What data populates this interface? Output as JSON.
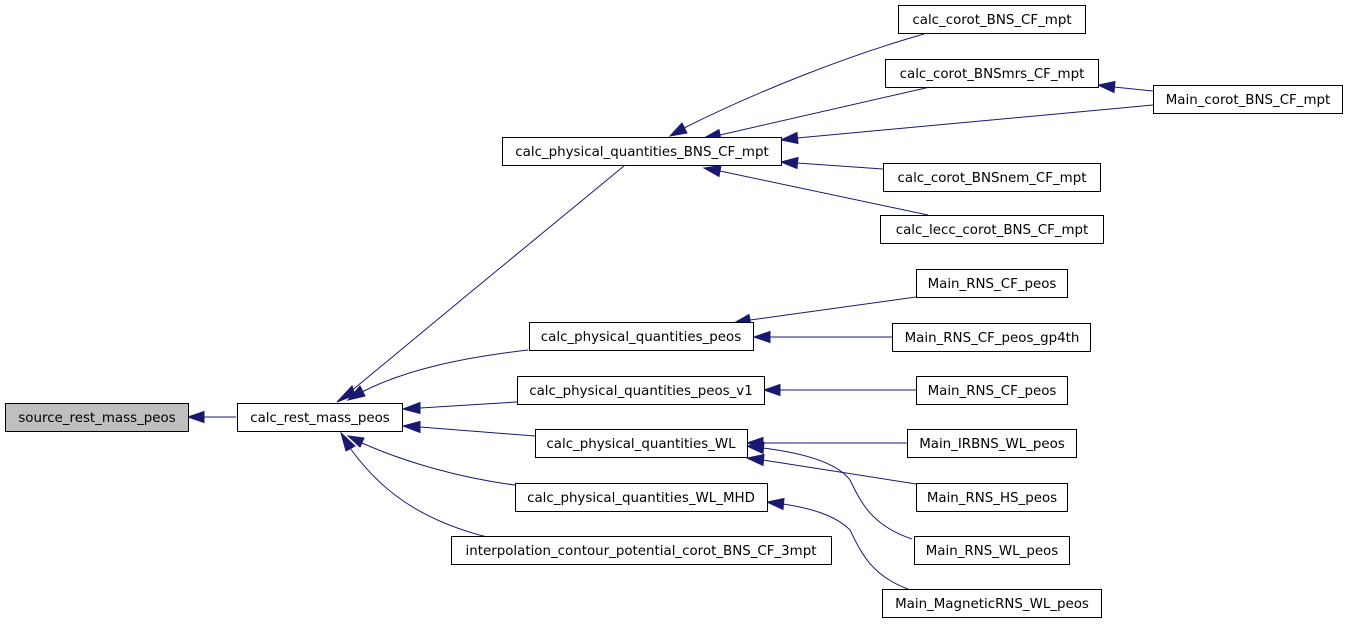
{
  "graph": {
    "type": "caller-graph",
    "nodes": {
      "source_rest_mass_peos": "source_rest_mass_peos",
      "calc_rest_mass_peos": "calc_rest_mass_peos",
      "calc_physical_quantities_BNS_CF_mpt": "calc_physical_quantities_BNS_CF_mpt",
      "calc_physical_quantities_peos": "calc_physical_quantities_peos",
      "calc_physical_quantities_peos_v1": "calc_physical_quantities_peos_v1",
      "calc_physical_quantities_WL": "calc_physical_quantities_WL",
      "calc_physical_quantities_WL_MHD": "calc_physical_quantities_WL_MHD",
      "interpolation_contour_potential_corot_BNS_CF_3mpt": "interpolation_contour_potential_corot_BNS_CF_3mpt",
      "calc_corot_BNS_CF_mpt": "calc_corot_BNS_CF_mpt",
      "calc_corot_BNSmrs_CF_mpt": "calc_corot_BNSmrs_CF_mpt",
      "Main_corot_BNS_CF_mpt": "Main_corot_BNS_CF_mpt",
      "calc_corot_BNSnem_CF_mpt": "calc_corot_BNSnem_CF_mpt",
      "calc_lecc_corot_BNS_CF_mpt": "calc_lecc_corot_BNS_CF_mpt",
      "Main_RNS_CF_peos_a": "Main_RNS_CF_peos",
      "Main_RNS_CF_peos_gp4th": "Main_RNS_CF_peos_gp4th",
      "Main_RNS_CF_peos_b": "Main_RNS_CF_peos",
      "Main_IRBNS_WL_peos": "Main_IRBNS_WL_peos",
      "Main_RNS_HS_peos": "Main_RNS_HS_peos",
      "Main_RNS_WL_peos": "Main_RNS_WL_peos",
      "Main_MagneticRNS_WL_peos": "Main_MagneticRNS_WL_peos"
    },
    "edges": [
      [
        "calc_rest_mass_peos",
        "source_rest_mass_peos"
      ],
      [
        "calc_physical_quantities_BNS_CF_mpt",
        "calc_rest_mass_peos"
      ],
      [
        "calc_physical_quantities_peos",
        "calc_rest_mass_peos"
      ],
      [
        "calc_physical_quantities_peos_v1",
        "calc_rest_mass_peos"
      ],
      [
        "calc_physical_quantities_WL",
        "calc_rest_mass_peos"
      ],
      [
        "calc_physical_quantities_WL_MHD",
        "calc_rest_mass_peos"
      ],
      [
        "interpolation_contour_potential_corot_BNS_CF_3mpt",
        "calc_rest_mass_peos"
      ],
      [
        "calc_corot_BNS_CF_mpt",
        "calc_physical_quantities_BNS_CF_mpt"
      ],
      [
        "calc_corot_BNSmrs_CF_mpt",
        "calc_physical_quantities_BNS_CF_mpt"
      ],
      [
        "Main_corot_BNS_CF_mpt",
        "calc_physical_quantities_BNS_CF_mpt"
      ],
      [
        "calc_corot_BNSnem_CF_mpt",
        "calc_physical_quantities_BNS_CF_mpt"
      ],
      [
        "calc_lecc_corot_BNS_CF_mpt",
        "calc_physical_quantities_BNS_CF_mpt"
      ],
      [
        "Main_corot_BNS_CF_mpt",
        "calc_corot_BNSmrs_CF_mpt"
      ],
      [
        "Main_RNS_CF_peos_a",
        "calc_physical_quantities_peos"
      ],
      [
        "Main_RNS_CF_peos_gp4th",
        "calc_physical_quantities_peos"
      ],
      [
        "Main_RNS_CF_peos_b",
        "calc_physical_quantities_peos_v1"
      ],
      [
        "Main_IRBNS_WL_peos",
        "calc_physical_quantities_WL"
      ],
      [
        "Main_RNS_HS_peos",
        "calc_physical_quantities_WL"
      ],
      [
        "Main_RNS_WL_peos",
        "calc_physical_quantities_WL"
      ],
      [
        "Main_MagneticRNS_WL_peos",
        "calc_physical_quantities_WL_MHD"
      ]
    ]
  }
}
